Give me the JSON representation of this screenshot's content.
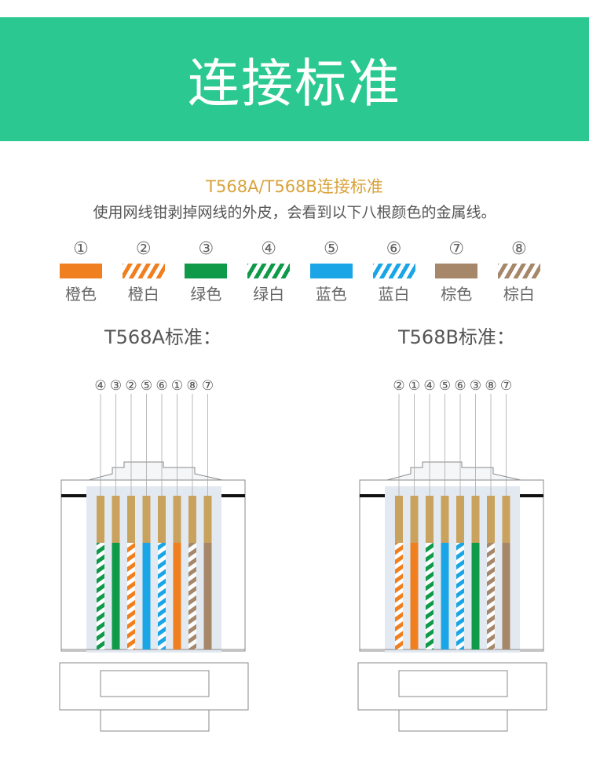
{
  "banner": {
    "title": "连接标准"
  },
  "subtitle": "T568A/T568B连接标准",
  "description": "使用网线钳剥掉网线的外皮，会看到以下八根颜色的金属线。",
  "legend": [
    {
      "num": "①",
      "label": "橙色",
      "color": "#f07f1f",
      "striped": false
    },
    {
      "num": "②",
      "label": "橙白",
      "color": "#f07f1f",
      "striped": true
    },
    {
      "num": "③",
      "label": "绿色",
      "color": "#0e9a48",
      "striped": false
    },
    {
      "num": "④",
      "label": "绿白",
      "color": "#0e9a48",
      "striped": true
    },
    {
      "num": "⑤",
      "label": "蓝色",
      "color": "#1aa6e6",
      "striped": false
    },
    {
      "num": "⑥",
      "label": "蓝白",
      "color": "#1aa6e6",
      "striped": true
    },
    {
      "num": "⑦",
      "label": "棕色",
      "color": "#a6876a",
      "striped": false
    },
    {
      "num": "⑧",
      "label": "棕白",
      "color": "#a6876a",
      "striped": true
    }
  ],
  "standards": [
    {
      "title": "T568A标准：",
      "order": [
        4,
        3,
        2,
        5,
        6,
        1,
        8,
        7
      ]
    },
    {
      "title": "T568B标准：",
      "order": [
        2,
        1,
        4,
        5,
        6,
        3,
        8,
        7
      ]
    }
  ]
}
